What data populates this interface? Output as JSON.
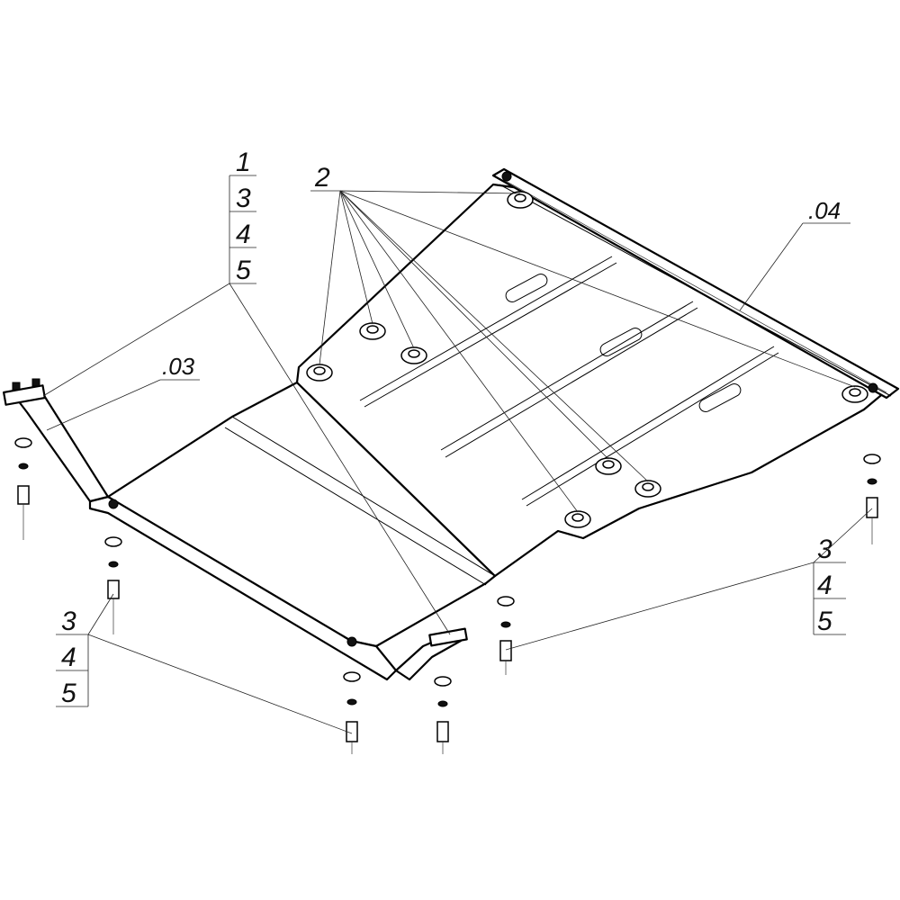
{
  "callouts": {
    "main_stack": [
      "1",
      "3",
      "4",
      "5"
    ],
    "bushing_ref": "2",
    "part_03": ".03",
    "part_04": ".04",
    "left_fastener_stack": [
      "3",
      "4",
      "5"
    ],
    "right_fastener_stack": [
      "3",
      "4",
      "5"
    ]
  }
}
